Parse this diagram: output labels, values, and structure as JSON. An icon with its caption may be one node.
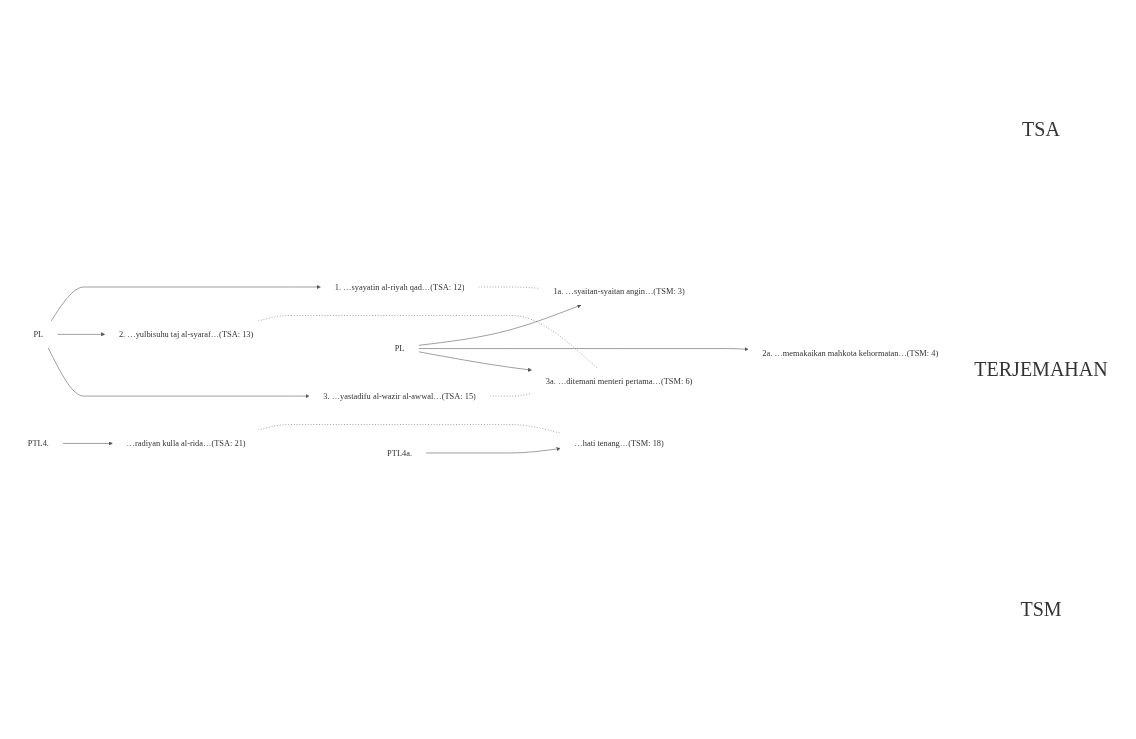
{
  "diagram": {
    "nodes": [
      {
        "text": [
          "PL"
        ]
      },
      {
        "text": [
          "1. …syayatin al-riyah qad…(TSA: 12)"
        ]
      },
      {
        "text": [
          "2. …yulbisuhu taj al-syaraf…(TSA: 13)"
        ]
      },
      {
        "text": [
          "3. …yastadifu al-wazir al-awwal…(TSA: 15)"
        ]
      },
      {
        "text": [
          "PTL4."
        ]
      },
      {
        "text": [
          "…radiyan kulla al-rida…(TSA: 21)"
        ]
      },
      {
        "text": [
          "PL"
        ]
      },
      {
        "text": [
          "1a. …syaitan-syaitan angin…(TSM: 3)"
        ]
      },
      {
        "text": [
          "2a. …memakaikan mahkota kehormatan…(TSM: 4)"
        ]
      },
      {
        "text": [
          "3a. …ditemani menteri pertama…(TSM: 6)"
        ]
      },
      {
        "text": [
          "PTL4a."
        ]
      },
      {
        "text": [
          "…hati tenang…(TSM: 18)"
        ]
      }
    ],
    "edges": [
      {
        "from": 0,
        "to": 1,
        "arrow": "to"
      },
      {
        "from": 0,
        "to": 2,
        "arrow": "to"
      },
      {
        "from": 0,
        "to": 3,
        "arrow": "to"
      },
      {
        "from": 4,
        "to": 5,
        "arrow": "to"
      },
      {
        "from": 6,
        "to": 7,
        "arrow": "to"
      },
      {
        "from": 6,
        "to": 8,
        "arrow": "to"
      },
      {
        "from": 6,
        "to": 9,
        "arrow": "to"
      },
      {
        "from": 10,
        "to": 11,
        "arrow": "to"
      },
      {
        "from": 1,
        "to": 7,
        "arrow": "none",
        "style": "dashed"
      },
      {
        "from": 2,
        "to": 9,
        "arrow": "none",
        "style": "dashed"
      },
      {
        "from": 3,
        "to": 9,
        "arrow": "none",
        "style": "dashed"
      },
      {
        "from": 5,
        "to": 11,
        "arrow": "none",
        "style": "dashed"
      }
    ],
    "labels": [
      "TSA",
      "TERJEMAHAN",
      "TSM"
    ]
  }
}
